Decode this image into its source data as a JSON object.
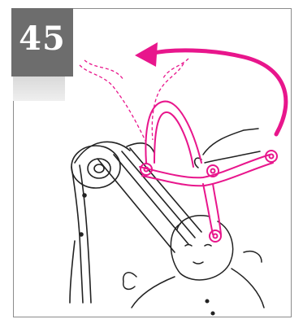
{
  "step": {
    "number": "45"
  },
  "colors": {
    "accent": "#e8168c",
    "badge": "#6d6d6d",
    "line": "#222222",
    "frame": "#8c8c8c"
  },
  "illustration": {
    "subject": "infant-carrier-harness-being-lifted-over-childs-head",
    "arrow_direction": "counterclockwise-up-and-back"
  }
}
